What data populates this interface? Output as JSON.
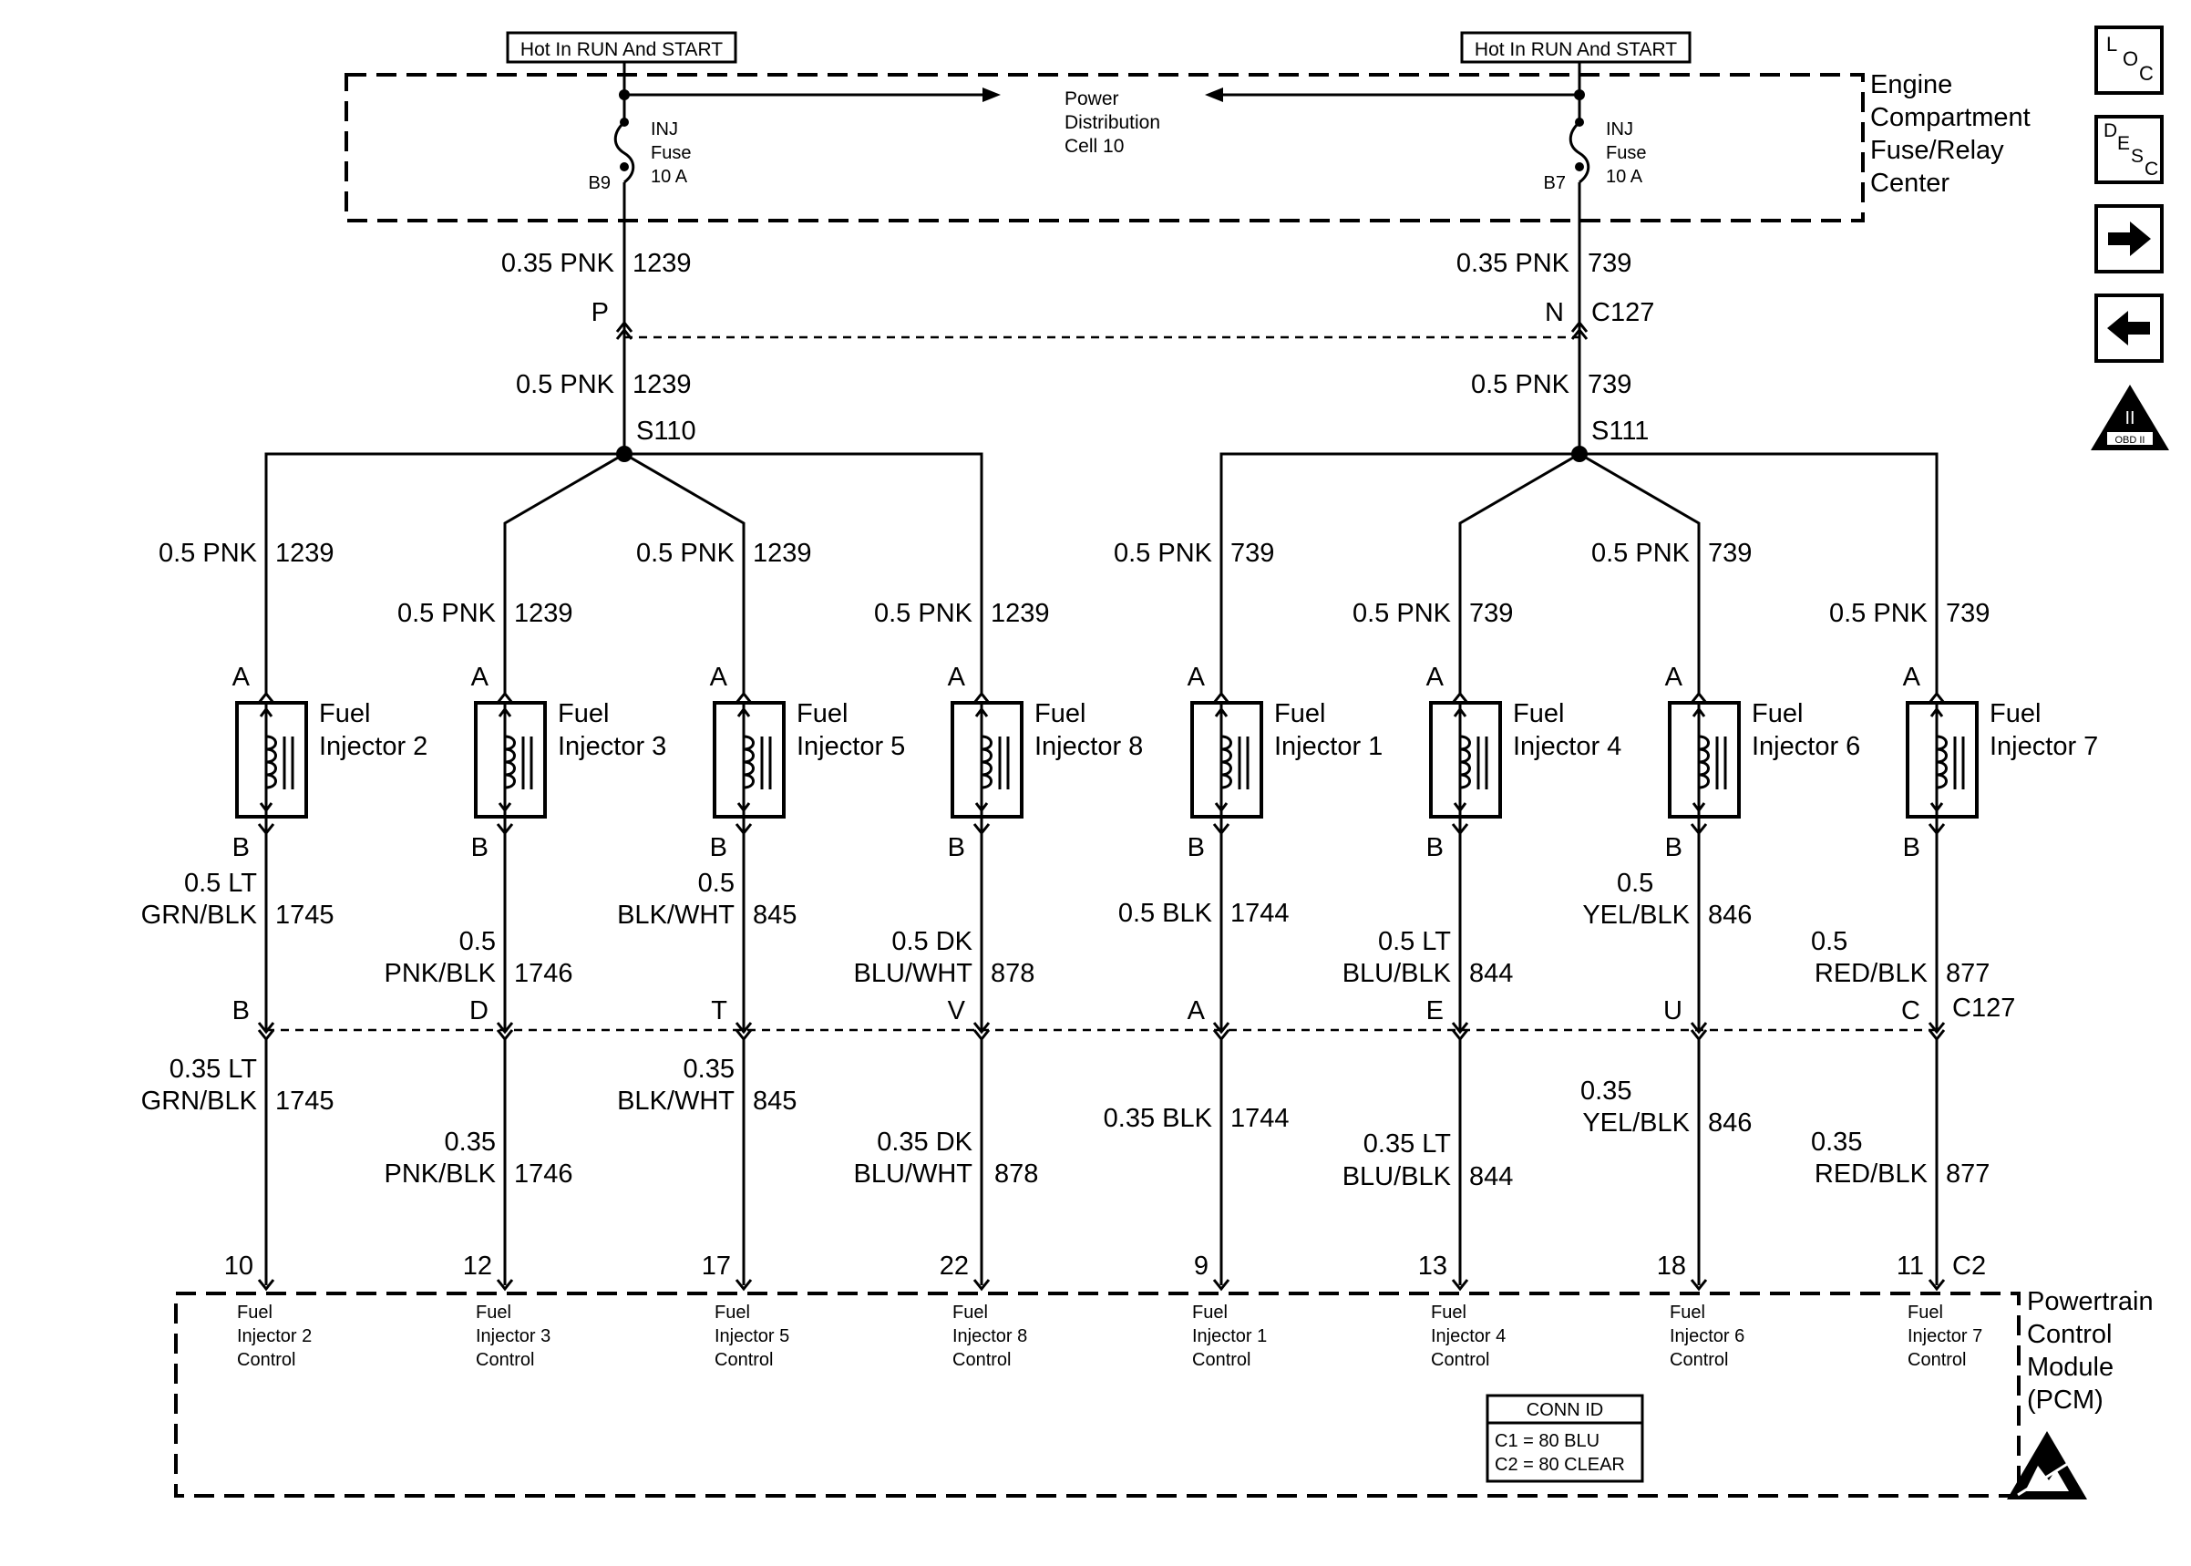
{
  "hot_labels": [
    "Hot In RUN And START",
    "Hot In RUN And START"
  ],
  "fuse_center": {
    "line1": "Engine",
    "line2": "Compartment",
    "line3": "Fuse/Relay",
    "line4": "Center"
  },
  "power_dist": [
    "Power",
    "Distribution",
    "Cell 10"
  ],
  "fuses": [
    {
      "name": "INJ",
      "word": "Fuse",
      "rating": "10 A",
      "pin": "B9"
    },
    {
      "name": "INJ",
      "word": "Fuse",
      "rating": "10 A",
      "pin": "B7"
    }
  ],
  "feed_left": {
    "wire_upper": "0.35 PNK",
    "circuit_upper": "1239",
    "c127_pin": "P",
    "wire_lower": "0.5 PNK",
    "circuit_lower": "1239",
    "splice": "S110"
  },
  "feed_right": {
    "wire_upper": "0.35 PNK",
    "circuit_upper": "739",
    "c127_pin": "N",
    "connector": "C127",
    "wire_lower": "0.5 PNK",
    "circuit_lower": "739",
    "splice": "S111"
  },
  "injectors": [
    {
      "wire": "0.5 PNK",
      "circuit": "1239",
      "pin_a": "A",
      "pin_b": "B",
      "name1": "Fuel",
      "name2": "Injector 2",
      "ctl_upper": [
        "0.5 LT",
        "GRN/BLK"
      ],
      "ctl_circuit_upper": "1745",
      "c127_pin": "B",
      "ctl_lower": [
        "0.35 LT",
        "GRN/BLK"
      ],
      "ctl_circuit_lower": "1745",
      "pcm_pin": "10",
      "pcm_label": [
        "Fuel",
        "Injector 2",
        "Control"
      ]
    },
    {
      "wire": "0.5 PNK",
      "circuit": "1239",
      "pin_a": "A",
      "pin_b": "B",
      "name1": "Fuel",
      "name2": "Injector 3",
      "ctl_upper": [
        "0.5",
        "PNK/BLK"
      ],
      "ctl_circuit_upper": "1746",
      "c127_pin": "D",
      "ctl_lower": [
        "0.35",
        "PNK/BLK"
      ],
      "ctl_circuit_lower": "1746",
      "pcm_pin": "12",
      "pcm_label": [
        "Fuel",
        "Injector 3",
        "Control"
      ]
    },
    {
      "wire": "0.5 PNK",
      "circuit": "1239",
      "pin_a": "A",
      "pin_b": "B",
      "name1": "Fuel",
      "name2": "Injector 5",
      "ctl_upper": [
        "0.5",
        "BLK/WHT"
      ],
      "ctl_circuit_upper": "845",
      "c127_pin": "T",
      "ctl_lower": [
        "0.35",
        "BLK/WHT"
      ],
      "ctl_circuit_lower": "845",
      "pcm_pin": "17",
      "pcm_label": [
        "Fuel",
        "Injector 5",
        "Control"
      ]
    },
    {
      "wire": "0.5 PNK",
      "circuit": "1239",
      "pin_a": "A",
      "pin_b": "B",
      "name1": "Fuel",
      "name2": "Injector 8",
      "ctl_upper": [
        "0.5 DK",
        "BLU/WHT"
      ],
      "ctl_circuit_upper": "878",
      "c127_pin": "V",
      "ctl_lower": [
        "0.35 DK",
        "BLU/WHT"
      ],
      "ctl_circuit_lower": "878",
      "pcm_pin": "22",
      "pcm_label": [
        "Fuel",
        "Injector 8",
        "Control"
      ]
    },
    {
      "wire": "0.5 PNK",
      "circuit": "739",
      "pin_a": "A",
      "pin_b": "B",
      "name1": "Fuel",
      "name2": "Injector 1",
      "ctl_upper": [
        "",
        "0.5 BLK"
      ],
      "ctl_circuit_upper": "1744",
      "c127_pin": "A",
      "ctl_lower": [
        "",
        "0.35 BLK"
      ],
      "ctl_circuit_lower": "1744",
      "pcm_pin": "9",
      "pcm_label": [
        "Fuel",
        "Injector 1",
        "Control"
      ]
    },
    {
      "wire": "0.5 PNK",
      "circuit": "739",
      "pin_a": "A",
      "pin_b": "B",
      "name1": "Fuel",
      "name2": "Injector 4",
      "ctl_upper": [
        "0.5 LT",
        "BLU/BLK"
      ],
      "ctl_circuit_upper": "844",
      "c127_pin": "E",
      "ctl_lower": [
        "0.35 LT",
        "BLU/BLK"
      ],
      "ctl_circuit_lower": "844",
      "pcm_pin": "13",
      "pcm_label": [
        "Fuel",
        "Injector 4",
        "Control"
      ]
    },
    {
      "wire": "0.5 PNK",
      "circuit": "739",
      "pin_a": "A",
      "pin_b": "B",
      "name1": "Fuel",
      "name2": "Injector 6",
      "ctl_upper": [
        "0.5",
        "YEL/BLK"
      ],
      "ctl_circuit_upper": "846",
      "c127_pin": "U",
      "ctl_lower": [
        "0.35",
        "YEL/BLK"
      ],
      "ctl_circuit_lower": "846",
      "pcm_pin": "18",
      "pcm_label": [
        "Fuel",
        "Injector 6",
        "Control"
      ]
    },
    {
      "wire": "0.5 PNK",
      "circuit": "739",
      "pin_a": "A",
      "pin_b": "B",
      "name1": "Fuel",
      "name2": "Injector 7",
      "ctl_upper": [
        "0.5",
        "RED/BLK"
      ],
      "ctl_circuit_upper": "877",
      "c127_pin": "C",
      "ctl_lower": [
        "0.35",
        "RED/BLK"
      ],
      "ctl_circuit_lower": "877",
      "pcm_pin": "11",
      "pcm_label": [
        "Fuel",
        "Injector 7",
        "Control"
      ]
    }
  ],
  "c127_label": "C127",
  "c2_label": "C2",
  "pcm": {
    "line1": "Powertrain",
    "line2": "Control",
    "line3": "Module",
    "line4": "(PCM)"
  },
  "conn_id": {
    "title": "CONN ID",
    "line1": "C1 = 80 BLU",
    "line2": "C2 = 80 CLEAR"
  },
  "side_icons": {
    "loc": {
      "l": "L",
      "o": "O",
      "c": "C"
    },
    "desc": {
      "d": "D",
      "e": "E",
      "s": "S",
      "c": "C"
    },
    "next": "right-arrow-icon",
    "prev": "left-arrow-icon",
    "obd": {
      "numeral": "II",
      "text": "OBD II"
    },
    "esd": "esd-warning-icon"
  }
}
